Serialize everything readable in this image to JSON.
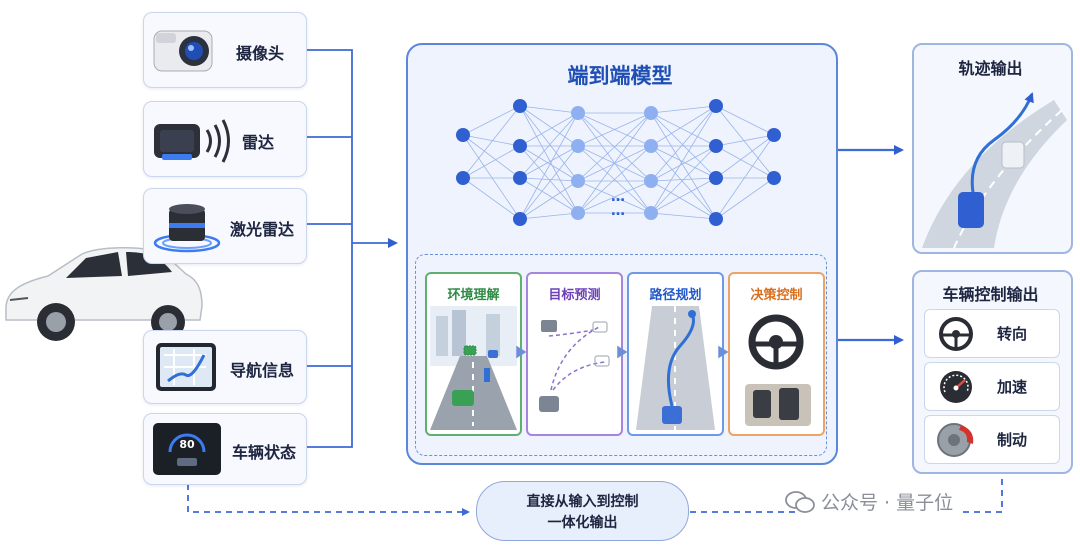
{
  "inputs": [
    {
      "label": "摄像头",
      "icon": "camera-icon"
    },
    {
      "label": "雷达",
      "icon": "radar-icon"
    },
    {
      "label": "激光雷达",
      "icon": "lidar-icon"
    },
    {
      "label": "导航信息",
      "icon": "navigation-icon"
    },
    {
      "label": "车辆状态",
      "icon": "dashboard-icon"
    }
  ],
  "dashboard_speed": "80",
  "model": {
    "title": "端到端模型",
    "ellipsis": "…",
    "stages": [
      {
        "label": "环境理解",
        "color": "#3a9a4f"
      },
      {
        "label": "目标预测",
        "color": "#7a4fc4"
      },
      {
        "label": "路径规划",
        "color": "#2f6fd6"
      },
      {
        "label": "决策控制",
        "color": "#e0782a"
      }
    ]
  },
  "outputs": {
    "trajectory_title": "轨迹输出",
    "control_title": "车辆控制输出",
    "controls": [
      {
        "label": "转向",
        "icon": "steering-wheel-icon"
      },
      {
        "label": "加速",
        "icon": "speedometer-icon"
      },
      {
        "label": "制动",
        "icon": "brake-disc-icon"
      }
    ]
  },
  "bottom": {
    "line1": "直接从输入到控制",
    "line2": "一体化输出"
  },
  "watermark": "公众号 · 量子位",
  "colors": {
    "accent": "#2f5fd0",
    "panel_border": "#5b86d9",
    "node": "#2f5fd0"
  }
}
